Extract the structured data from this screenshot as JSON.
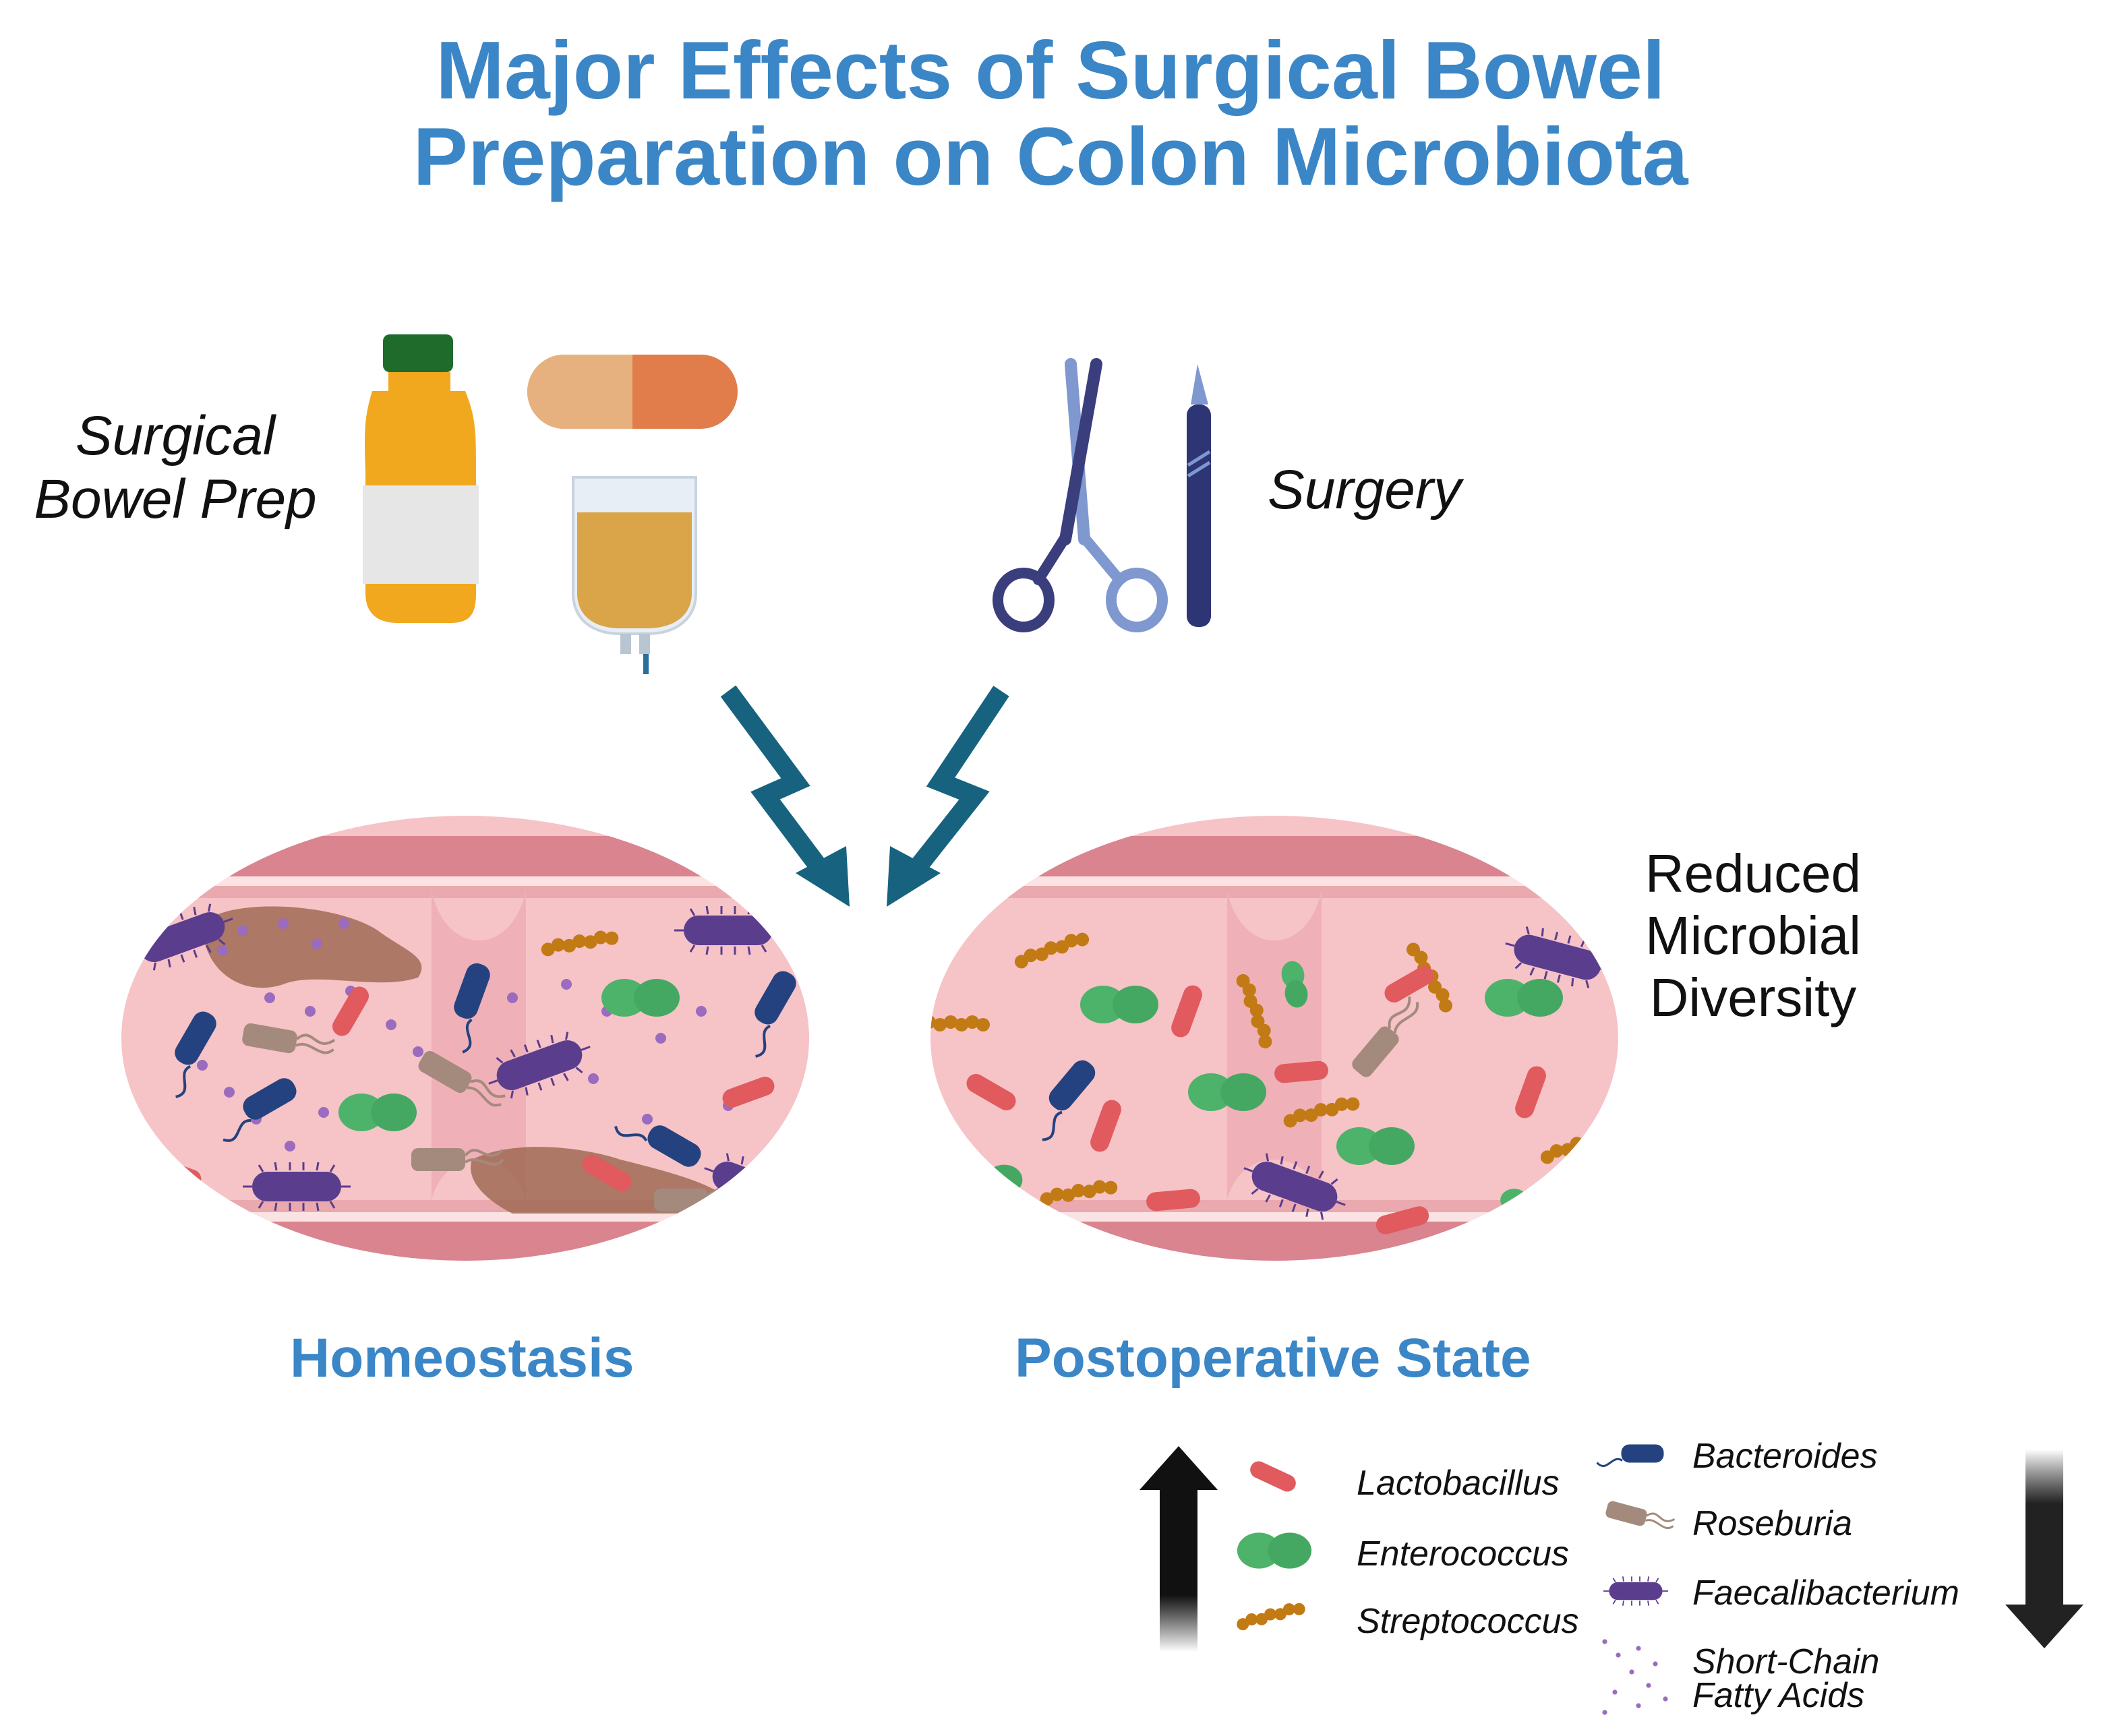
{
  "title": {
    "line1": "Major Effects of Surgical Bowel",
    "line2": "Preparation on Colon Microbiota"
  },
  "labels": {
    "bowel_prep_line1": "Surgical",
    "bowel_prep_line2": "Bowel Prep",
    "surgery": "Surgery",
    "reduced_line1": "Reduced",
    "reduced_line2": "Microbial",
    "reduced_line3": "Diversity",
    "homeostasis": "Homeostasis",
    "postoperative": "Postoperative State"
  },
  "legend": {
    "increased": [
      "Lactobacillus",
      "Enterococcus",
      "Streptococcus"
    ],
    "decreased": [
      "Bacteroides",
      "Roseburia",
      "Faecalibacterium",
      "Short-Chain",
      "Fatty Acids"
    ]
  },
  "icons": [
    "bottle-icon",
    "capsule-icon",
    "iv-bag-icon",
    "scissors-icon",
    "scalpel-icon",
    "lightning-arrow-icon",
    "up-arrow-icon",
    "down-arrow-icon"
  ],
  "colors": {
    "title_blue": "#3b86c6",
    "arrow_teal": "#17637f",
    "lactobacillus": "#e05a5e",
    "enterococcus": "#4db36a",
    "streptococcus": "#c27a15",
    "bacteroides": "#24427f",
    "roseburia": "#a48a7d",
    "faecalibacterium": "#5b3d8d",
    "scfa": "#9a6bbf"
  }
}
